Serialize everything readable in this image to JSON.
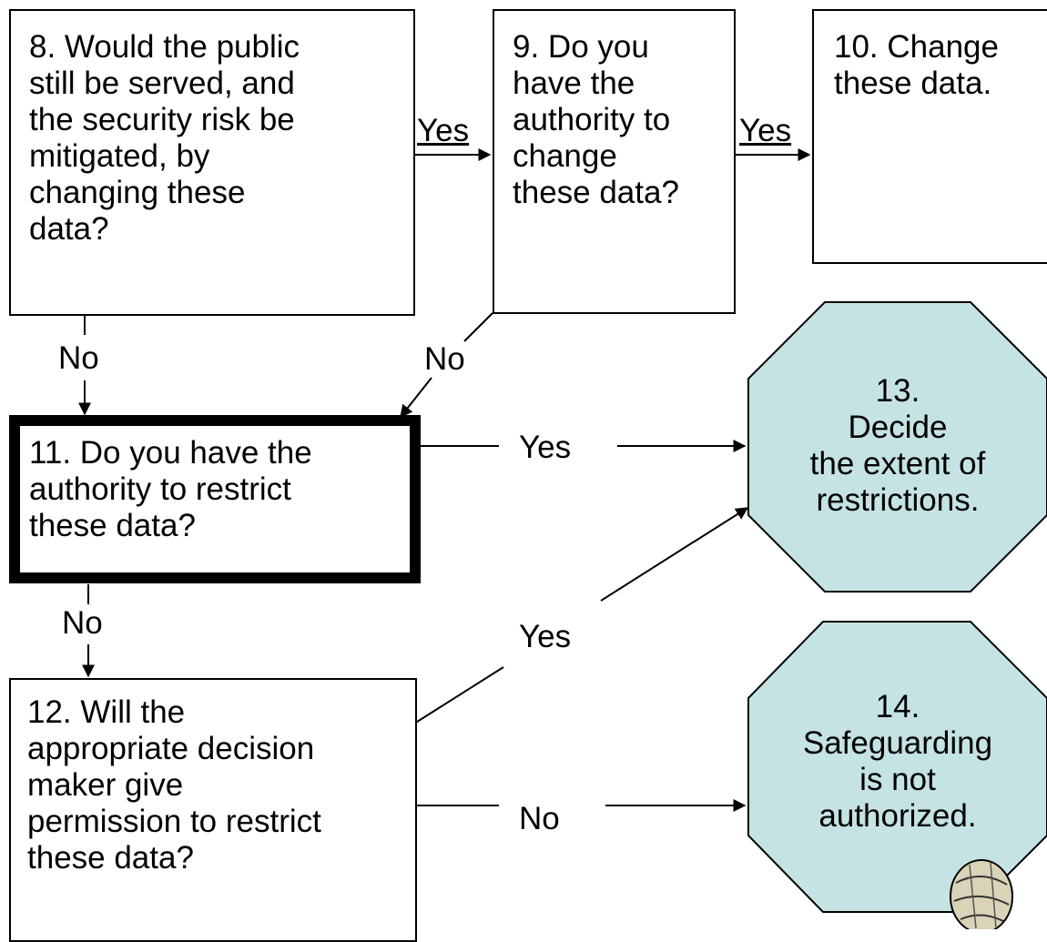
{
  "nodes": {
    "n8": {
      "text": "8. Would the public\nstill be served, and\nthe security risk be\nmitigated, by\nchanging these\ndata?"
    },
    "n9": {
      "text": "9. Do you\nhave the\nauthority to\nchange\nthese data?"
    },
    "n10": {
      "text": "10. Change\nthese data."
    },
    "n11": {
      "text": "11. Do you have the\nauthority to restrict\nthese data?"
    },
    "n12": {
      "text": "12. Will the\nappropriate decision\nmaker give\npermission to restrict\nthese data?"
    },
    "n13": {
      "text": "13.\nDecide\nthe extent of\nrestrictions."
    },
    "n14": {
      "text": "14.\nSafeguarding\nis not\nauthorized."
    }
  },
  "edges": {
    "e8_9_yes": "Yes",
    "e9_10_yes": "Yes",
    "e8_11_no": "No",
    "e9_11_no": "No",
    "e11_13_yes": "Yes",
    "e11_12_no": "No",
    "e12_13_yes": "Yes",
    "e12_14_no": "No"
  },
  "colors": {
    "octagon_fill": "#c5e3e3",
    "stroke": "#000000"
  }
}
